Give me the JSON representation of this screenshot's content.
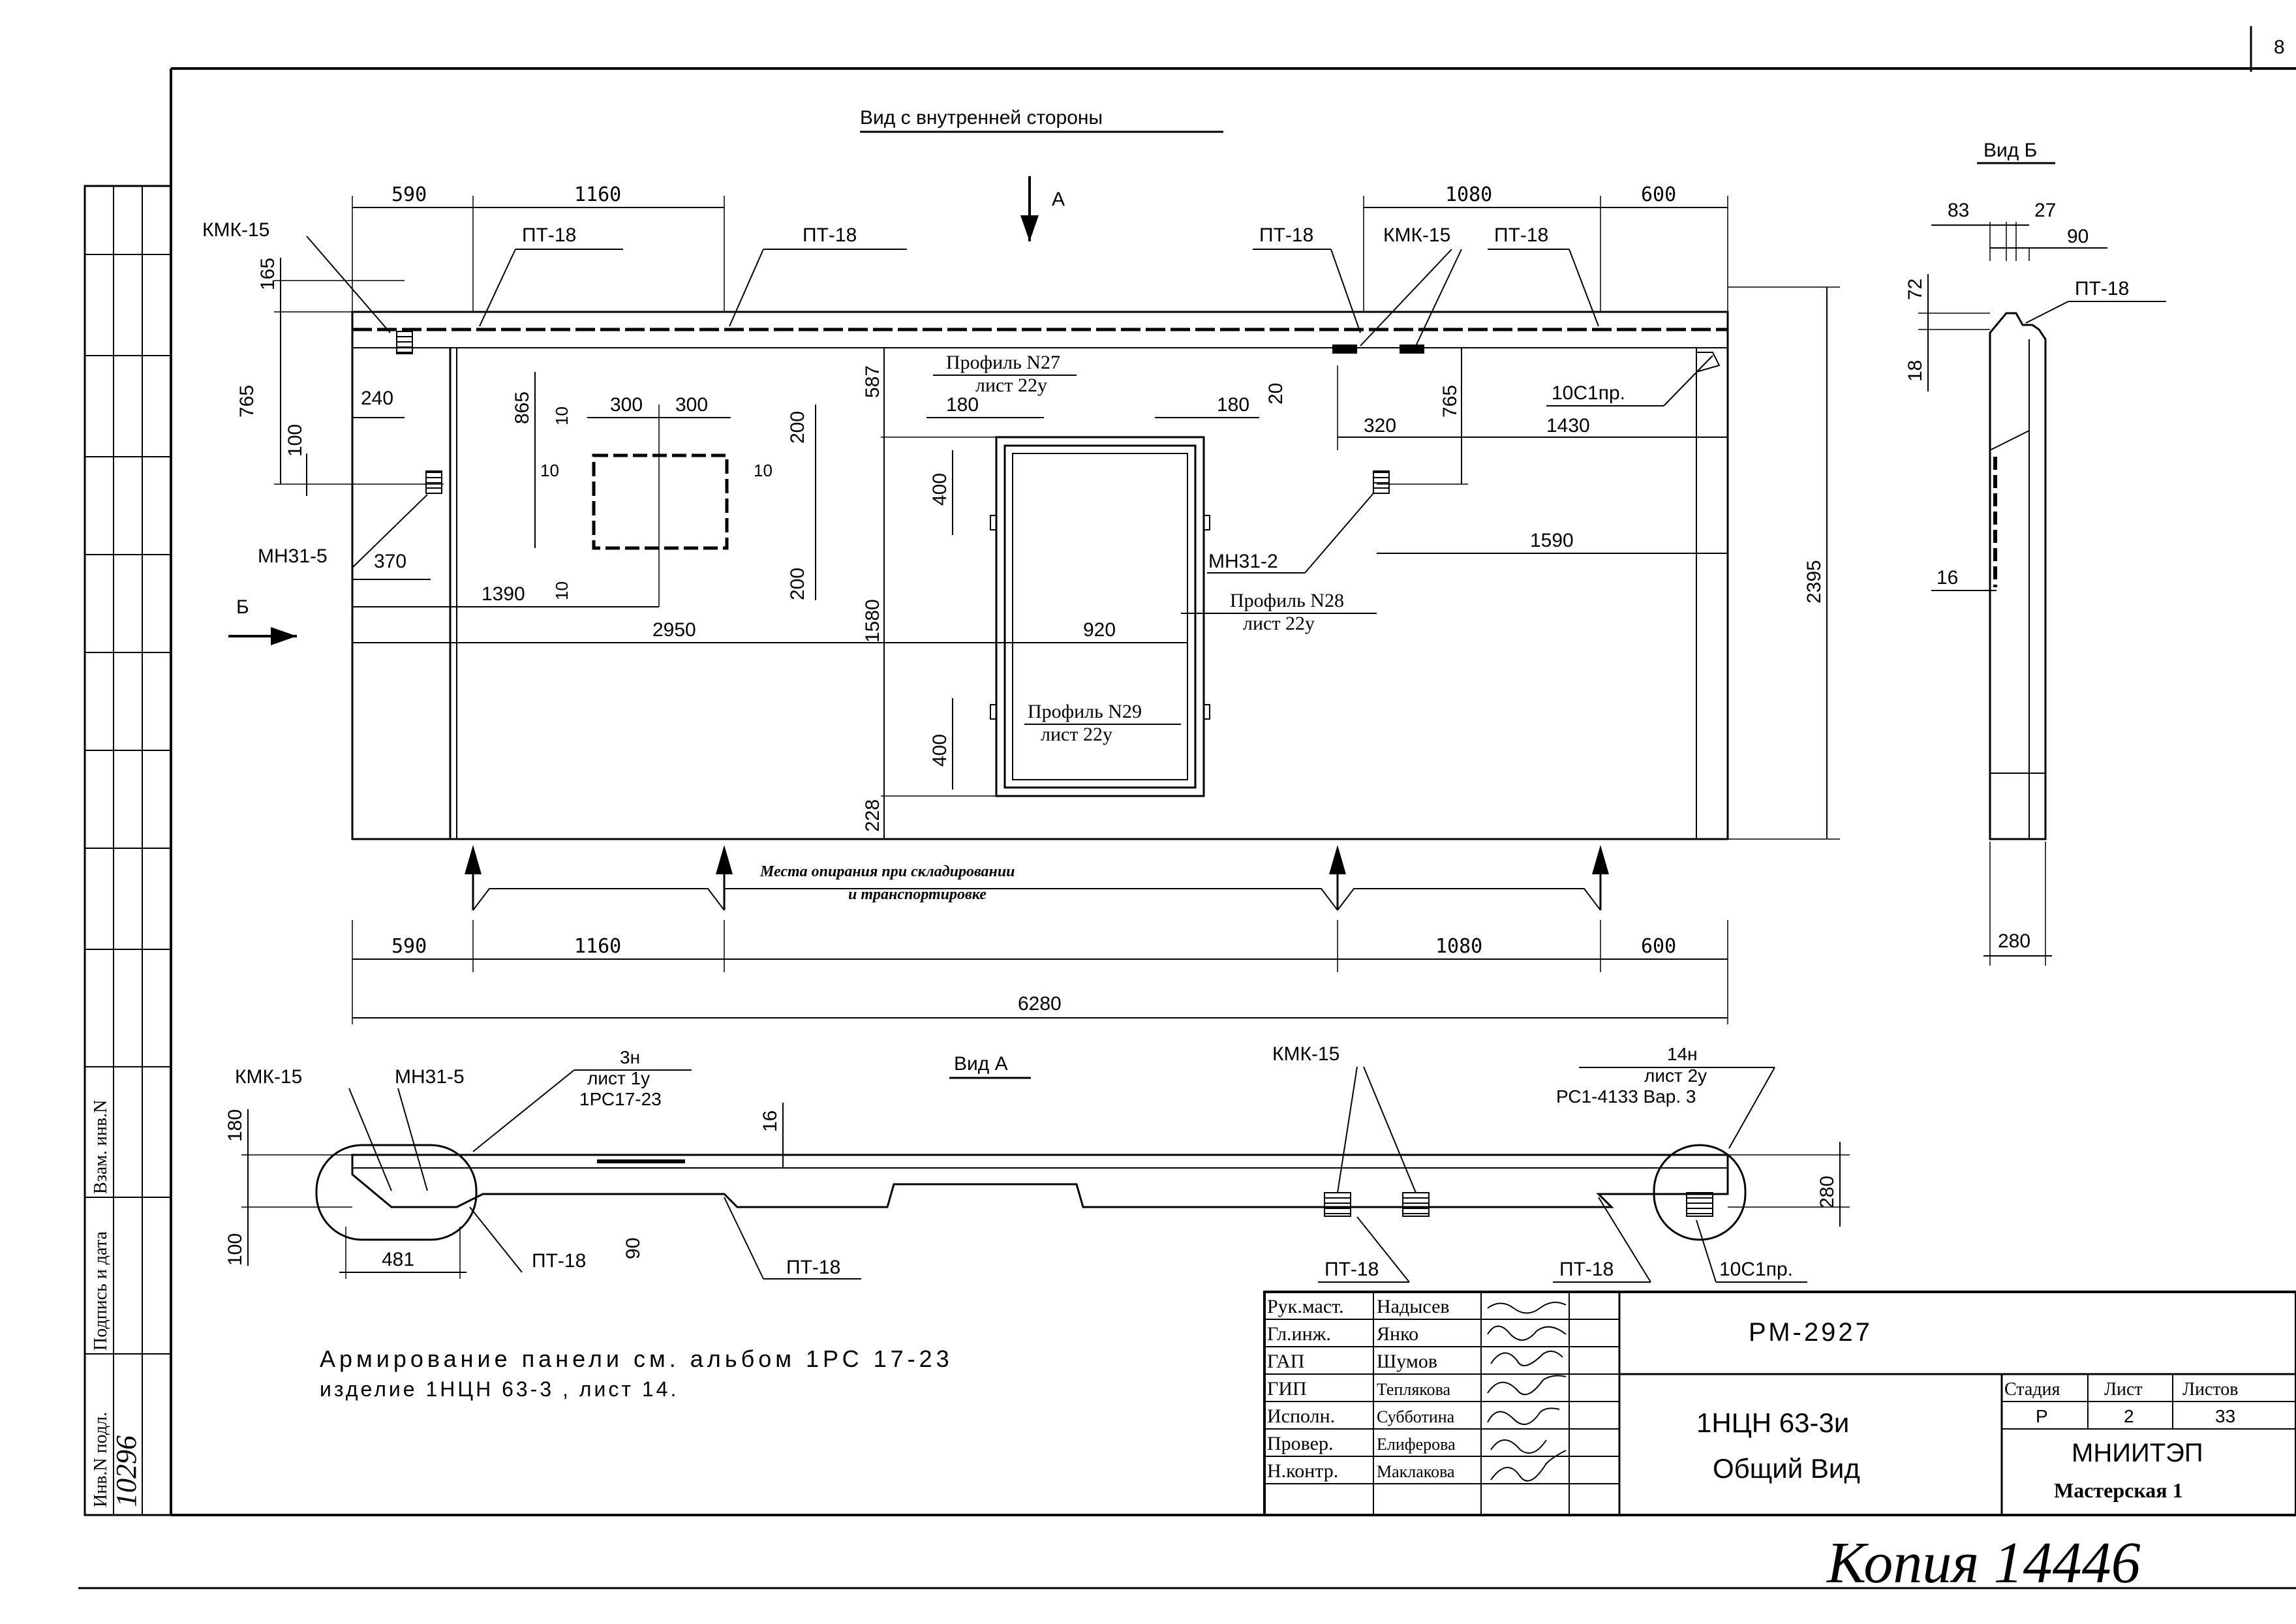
{
  "page_number": "8",
  "views": {
    "inner_title": "Вид с внутренней стороны",
    "view_b_title": "Вид Б",
    "view_a_title": "Вид А",
    "arrow_a": "А",
    "arrow_b": "Б"
  },
  "front": {
    "top_dims": [
      "590",
      "1160",
      "1080",
      "600"
    ],
    "bottom_dims": [
      "590",
      "1160",
      "1080",
      "600"
    ],
    "overall_length": "6280",
    "overall_height": "2395",
    "labels": {
      "kmk_left": "КМК-15",
      "kmk_right": "КМК-15",
      "pt_a": "ПТ-18",
      "pt_b": "ПТ-18",
      "pt_c": "ПТ-18",
      "pt_d": "ПТ-18",
      "mn31_5": "МН31-5",
      "mn31_2": "МН31-2",
      "c10": "10С1пр."
    },
    "dims": {
      "d165": "165",
      "d765": "765",
      "d240": "240",
      "d100": "100",
      "d370": "370",
      "d1390": "1390",
      "d2950": "2950",
      "d865": "865",
      "d10a": "10",
      "d300a": "300",
      "d300b": "300",
      "d200a": "200",
      "d10b": "10",
      "d10c": "10",
      "d200b": "200",
      "d10d": "10",
      "d587": "587",
      "d1580": "1580",
      "d228": "228",
      "d400a": "400",
      "d400b": "400",
      "d180a": "180",
      "d180b": "180",
      "d920": "920",
      "d20": "20",
      "d320": "320",
      "d765b": "765",
      "d1430": "1430",
      "d1590": "1590"
    },
    "profiles": [
      {
        "name": "Профиль N27",
        "sheet": "лист 22у"
      },
      {
        "name": "Профиль N28",
        "sheet": "лист 22у"
      },
      {
        "name": "Профиль N29",
        "sheet": "лист 22у"
      }
    ],
    "support_note_1": "Места опирания при складировании",
    "support_note_2": "и транспортировке"
  },
  "view_b": {
    "dims": {
      "d83": "83",
      "d27": "27",
      "d90": "90",
      "d72": "72",
      "d18": "18",
      "d16": "16",
      "d280": "280"
    },
    "pt": "ПТ-18"
  },
  "view_a": {
    "kmk_left": "КМК-15",
    "mn": "МН31-5",
    "kmk_mid": "КМК-15",
    "ref3_1": "3н",
    "ref3_2": "лист 1у",
    "ref3_3": "1РС17-23",
    "ref14_1": "14н",
    "ref14_2": "лист 2у",
    "ref14_3": "РС1-4133 Вар. 3",
    "dims": {
      "d180": "180",
      "d100": "100",
      "d481": "481",
      "d16": "16",
      "d90": "90",
      "d280": "280"
    },
    "pt_a": "ПТ-18",
    "pt_b": "ПТ-18",
    "pt_c": "ПТ-18",
    "pt_d": "ПТ-18",
    "c10": "10С1пр."
  },
  "note_line_1": "Армирование панели см. альбом 1РС 17-23",
  "note_line_2": "изделие 1НЦН 63-3 , лист 14.",
  "side_stamp": {
    "inv_podl": "Инв.N подл.",
    "podpis": "Подпись и дата",
    "vzam": "Взам. инв.N",
    "number": "10296"
  },
  "title_block": {
    "roles": [
      {
        "role": "Рук.маст.",
        "name": "Надысев"
      },
      {
        "role": "Гл.инж.",
        "name": "Янко"
      },
      {
        "role": "ГАП",
        "name": "Шумов"
      },
      {
        "role": "ГИП",
        "name": "Теплякова"
      },
      {
        "role": "Исполн.",
        "name": "Субботина"
      },
      {
        "role": "Провер.",
        "name": "Елиферова"
      },
      {
        "role": "Н.контр.",
        "name": "Маклакова"
      }
    ],
    "doc_code": "РМ-2927",
    "product": "1НЦН 63-3и",
    "sheet_title": "Общий Вид",
    "stage_h": "Стадия",
    "sheet_h": "Лист",
    "sheets_h": "Листов",
    "stage": "Р",
    "sheet": "2",
    "sheets": "33",
    "org": "МНИИТЭП",
    "dept": "Мастерская 1"
  },
  "archive_stamp": "Копия 14446"
}
